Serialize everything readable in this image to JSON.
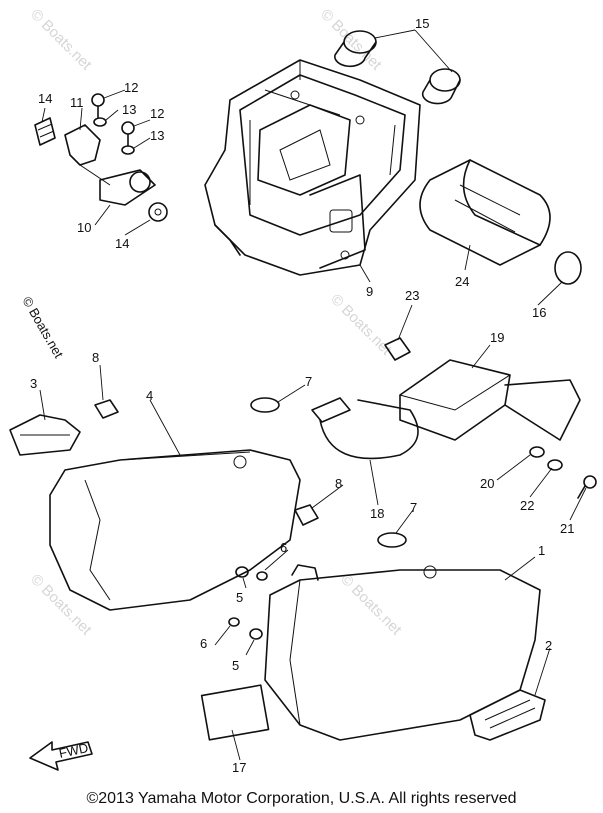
{
  "callouts": [
    "1",
    "2",
    "3",
    "4",
    "5",
    "5",
    "6",
    "6",
    "7",
    "7",
    "8",
    "8",
    "9",
    "10",
    "11",
    "12",
    "12",
    "13",
    "13",
    "14",
    "14",
    "15",
    "16",
    "17",
    "18",
    "19",
    "20",
    "21",
    "22",
    "23",
    "24"
  ],
  "front_arrow": "FWD",
  "watermark": "© Boats.net",
  "side_watermark": "© Boats.net",
  "copyright": "©2013 Yamaha Motor Corporation, U.S.A. All rights reserved"
}
